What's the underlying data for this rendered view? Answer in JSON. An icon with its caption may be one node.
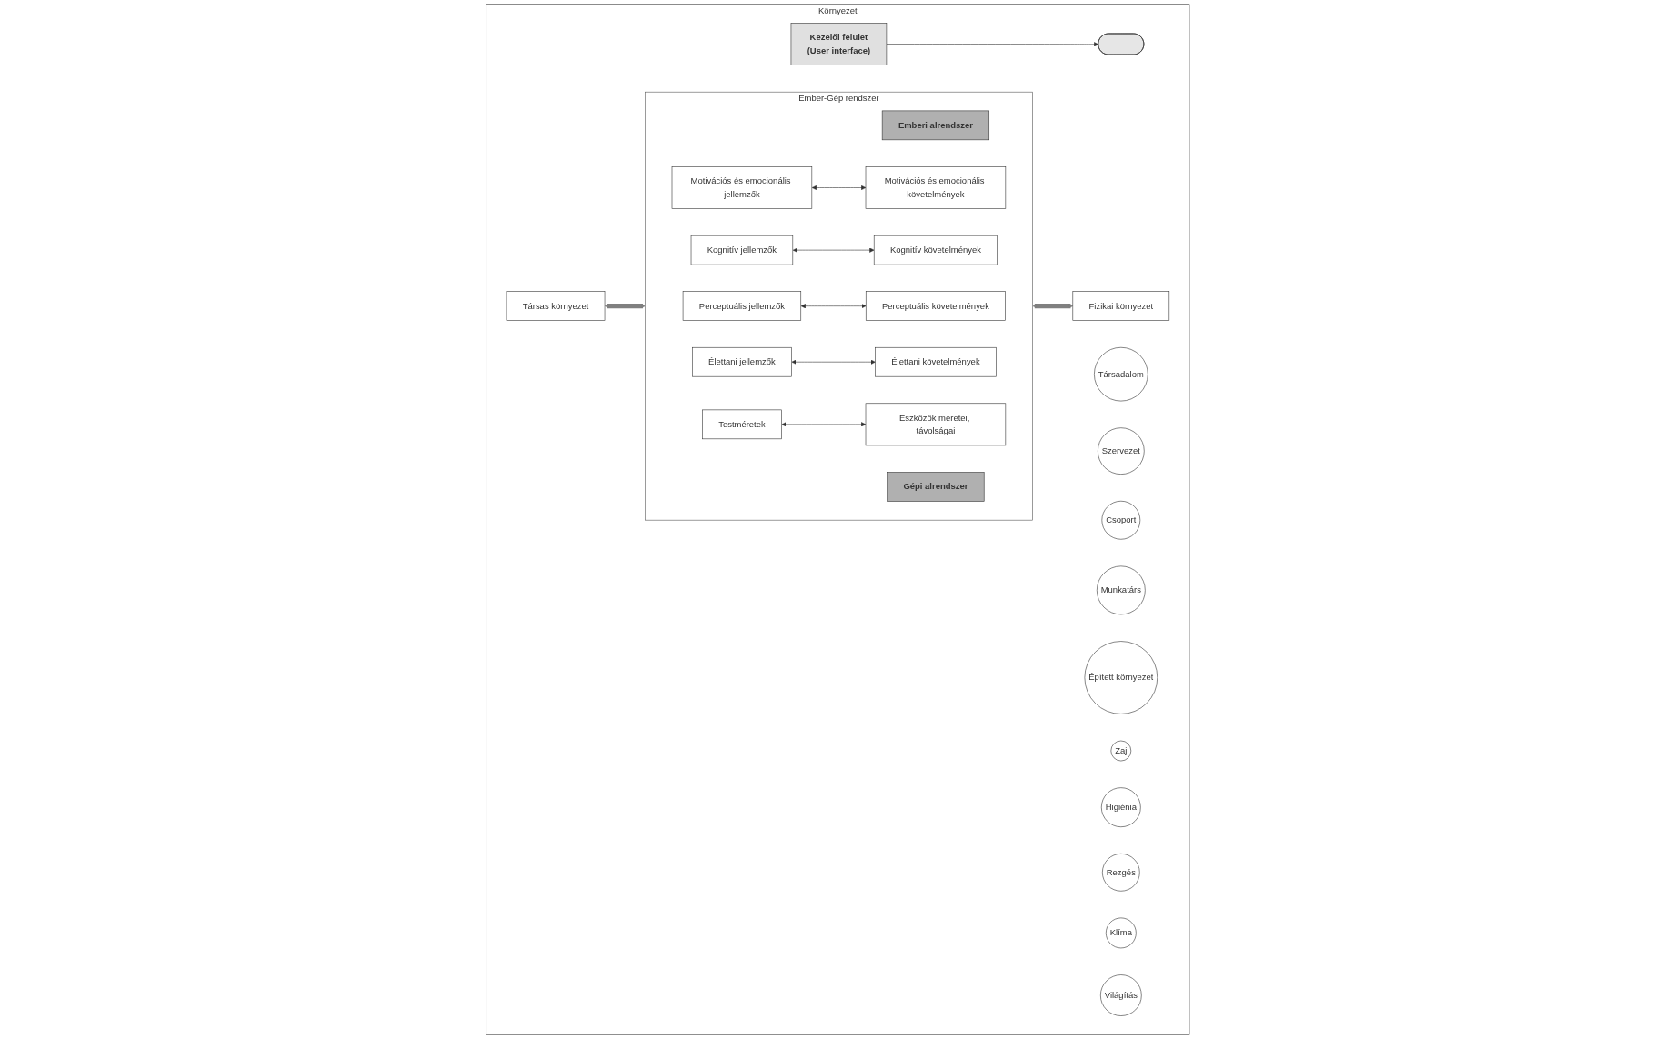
{
  "diagram": {
    "nodes": [
      {
        "text": [
          "Környezet"
        ]
      },
      {
        "text": [
          "Társadalom"
        ],
        "in": 0
      },
      {
        "text": [
          "Szervezet"
        ],
        "in": 0
      },
      {
        "text": [
          "Csoport"
        ],
        "in": 0
      },
      {
        "text": [
          "Munkatárs"
        ],
        "in": 0
      },
      {
        "text": [
          "Társas környezet"
        ],
        "in": 0
      },
      {
        "text": [
          "Ember-Gép rendszer"
        ],
        "in": 0
      },
      {
        "text": [
          "Emberi alrendszer"
        ],
        "in": 6
      },
      {
        "text": [
          "Gépi alrendszer"
        ],
        "in": 6
      },
      {
        "text": [
          "Motivációs és emocionális jellemzők"
        ],
        "in": 6
      },
      {
        "text": [
          "Motivációs és emocionális követelmények"
        ],
        "in": 6
      },
      {
        "text": [
          "Kognitív jellemzők"
        ],
        "in": 6
      },
      {
        "text": [
          "Kognitív követelmények"
        ],
        "in": 6
      },
      {
        "text": [
          "Perceptuális jellemzők"
        ],
        "in": 6
      },
      {
        "text": [
          "Perceptuális követelmények"
        ],
        "in": 6
      },
      {
        "text": [
          "Élettani jellemzők"
        ],
        "in": 6
      },
      {
        "text": [
          "Élettani követelmények"
        ],
        "in": 6
      },
      {
        "text": [
          "Testméretek"
        ],
        "in": 6
      },
      {
        "text": [
          "Eszközök méretei, távolságai"
        ],
        "in": 6
      },
      {
        "text": [],
        "shape": "ellipse",
        "in": 0
      },
      {
        "text": [
          "Kezelői felület",
          "(User interface)"
        ],
        "in": 0
      },
      {
        "text": [
          "Fizikai környezet"
        ],
        "in": 0
      },
      {
        "text": [
          "Épített környezet"
        ],
        "in": 0
      },
      {
        "text": [
          "Zaj"
        ],
        "in": 0
      },
      {
        "text": [
          "Higiénia"
        ],
        "in": 0
      },
      {
        "text": [
          "Rezgés"
        ],
        "in": 0
      },
      {
        "text": [
          "Klíma"
        ],
        "in": 0
      },
      {
        "text": [
          "Világítás"
        ],
        "in": 0
      }
    ],
    "edges": [
      {
        "from": 5,
        "to": 6,
        "arrow": "both",
        "style": "thick",
        "color": "#808080"
      },
      {
        "from": 6,
        "to": 21,
        "arrow": "both",
        "style": "thick",
        "color": "#808080"
      },
      {
        "from": 9,
        "to": 10,
        "arrow": "both"
      },
      {
        "from": 11,
        "to": 12,
        "arrow": "both"
      },
      {
        "from": 13,
        "to": 14,
        "arrow": "both"
      },
      {
        "from": 15,
        "to": 16,
        "arrow": "both"
      },
      {
        "from": 17,
        "to": 18,
        "arrow": "both"
      },
      {
        "from": 20,
        "to": 19,
        "arrow": "to"
      }
    ]
  }
}
